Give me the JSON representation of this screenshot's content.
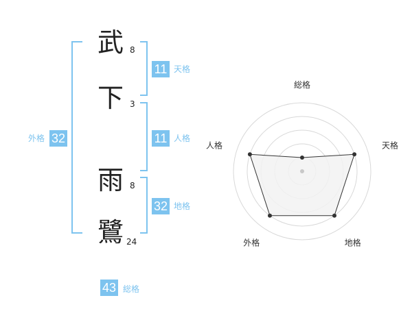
{
  "name": {
    "chars": [
      {
        "char": "武",
        "strokes": "8"
      },
      {
        "char": "下",
        "strokes": "3"
      },
      {
        "char": "雨",
        "strokes": "8"
      },
      {
        "char": "鷺",
        "strokes": "24"
      }
    ]
  },
  "fortune": {
    "tenkaku": {
      "label": "天格",
      "value": "11"
    },
    "jinkaku": {
      "label": "人格",
      "value": "11"
    },
    "chikaku": {
      "label": "地格",
      "value": "32"
    },
    "gaikaku": {
      "label": "外格",
      "value": "32"
    },
    "soukaku": {
      "label": "総格",
      "value": "43"
    }
  },
  "radar": {
    "axes": [
      "総格",
      "天格",
      "地格",
      "外格",
      "人格"
    ],
    "values": [
      1,
      4,
      4,
      4,
      4
    ],
    "max": 5,
    "colors": {
      "fill": "#f2f2f2",
      "line": "#333333",
      "grid": "#d8d8d8",
      "accent": "#7dc3ef"
    }
  }
}
